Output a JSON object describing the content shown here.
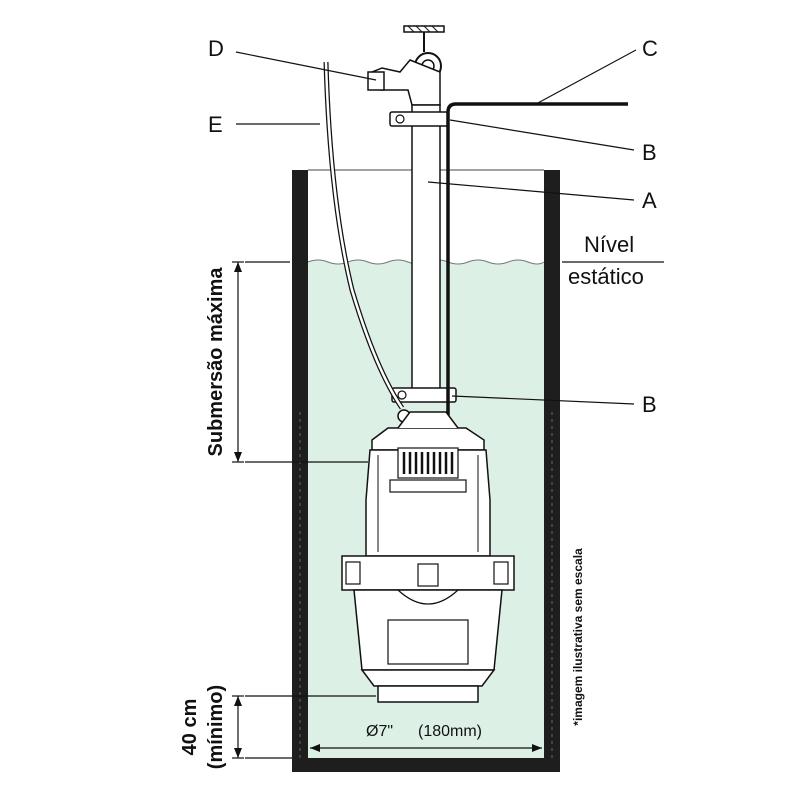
{
  "labels": {
    "A": "A",
    "B_top": "B",
    "B_bottom": "B",
    "C": "C",
    "D": "D",
    "E": "E"
  },
  "static_level": {
    "line1": "Nível",
    "line2": "estático"
  },
  "max_submersion": "Submersão máxima",
  "min_depth": {
    "line1": "40 cm",
    "line2": "(mínimo)"
  },
  "diameter": {
    "inches": "Ø7\"",
    "mm": "(180mm)"
  },
  "note": "*imagem ilustrativa sem escala",
  "colors": {
    "water": "#dcf0e6",
    "outline": "#1a1a1a",
    "casing": "#2a2a2a"
  }
}
